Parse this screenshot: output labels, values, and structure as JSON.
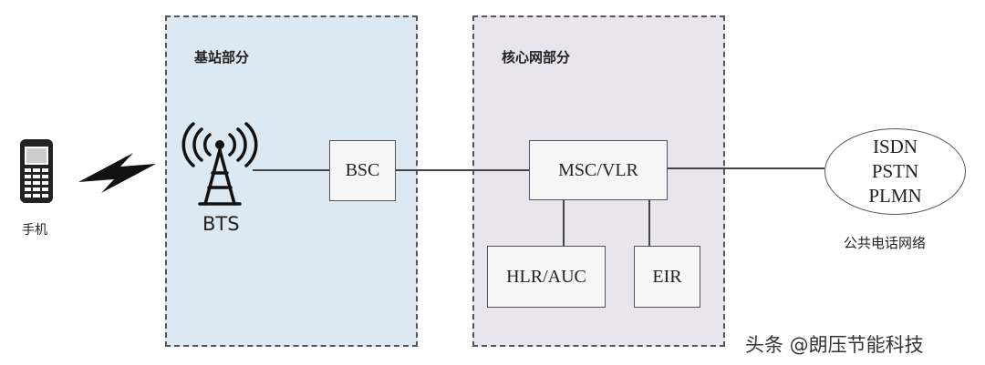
{
  "regions": {
    "bss": {
      "title": "基站部分"
    },
    "core": {
      "title": "核心网部分"
    }
  },
  "nodes": {
    "bts": "BTS",
    "bsc": "BSC",
    "msc": "MSC/VLR",
    "hlr": "HLR/AUC",
    "eir": "EIR"
  },
  "phone": {
    "label": "手机"
  },
  "public_network": {
    "items": [
      "ISDN",
      "PSTN",
      "PLMN"
    ],
    "label": "公共电话网络"
  },
  "watermark": "头条 @朗压节能科技",
  "colors": {
    "bss_fill": "#dde9f2",
    "core_fill": "#e8e5ef",
    "line": "#444444"
  },
  "icons": [
    "mobile-phone-icon",
    "radio-wave-icon",
    "antenna-tower-icon"
  ]
}
